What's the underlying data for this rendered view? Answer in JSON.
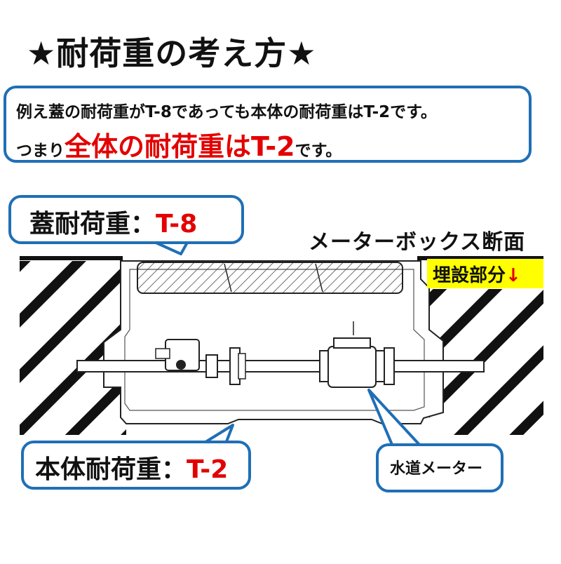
{
  "title": "★耐荷重の考え方★",
  "intro": {
    "line1": "例え蓋の耐荷重がT-8であっても本体の耐荷重はT-2です。",
    "line2_prefix": "つまり",
    "line2_emphasis": "全体の耐荷重はT-2",
    "line2_suffix": "です。"
  },
  "labels": {
    "lid": {
      "text": "蓋耐荷重：",
      "value": "T-8"
    },
    "body": {
      "text": "本体耐荷重：",
      "value": "T-2"
    },
    "meter": "水道メーター",
    "section": "メーターボックス断面",
    "buried": {
      "text": "埋設部分",
      "arrow": "↓"
    }
  },
  "colors": {
    "accent_blue": "#1f6fb6",
    "emphasis_red": "#e30000",
    "highlight_yellow": "#ffff00"
  }
}
